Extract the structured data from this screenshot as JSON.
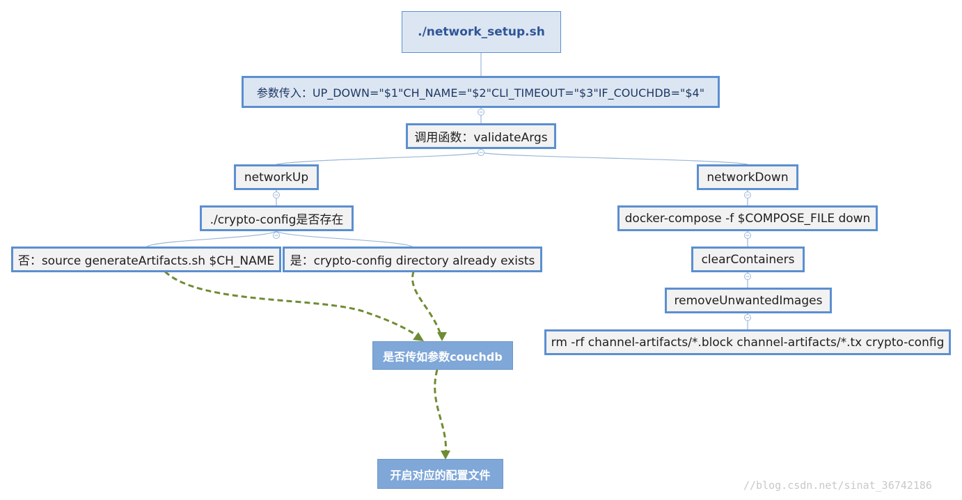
{
  "nodes": {
    "root": "./network_setup.sh",
    "params": "参数传入：UP_DOWN=\"$1\"CH_NAME=\"$2\"CLI_TIMEOUT=\"$3\"IF_COUCHDB=\"$4\"",
    "validate": "调用函数：validateArgs",
    "network_up": "networkUp",
    "network_down": "networkDown",
    "crypto_check": "./crypto-config是否存在",
    "no_branch": "否：source generateArtifacts.sh $CH_NAME",
    "yes_branch": "是：crypto-config directory already exists",
    "compose_down": "docker-compose -f $COMPOSE_FILE down",
    "clear_containers": "clearContainers",
    "remove_images": "removeUnwantedImages",
    "rm_artifacts": "rm -rf channel-artifacts/*.block channel-artifacts/*.tx crypto-config",
    "couchdb_check": "是否传如参数couchdb",
    "open_config": "开启对应的配置文件"
  },
  "watermark": "//blog.csdn.net/sinat_36742186",
  "colors": {
    "border": "#5b8fd0",
    "node_fill": "#f2f2f2",
    "root_fill": "#dce6f2",
    "decision_fill": "#7fa7d8",
    "connector": "#9bb7d9",
    "dashed_arrow": "#6e8c32"
  }
}
